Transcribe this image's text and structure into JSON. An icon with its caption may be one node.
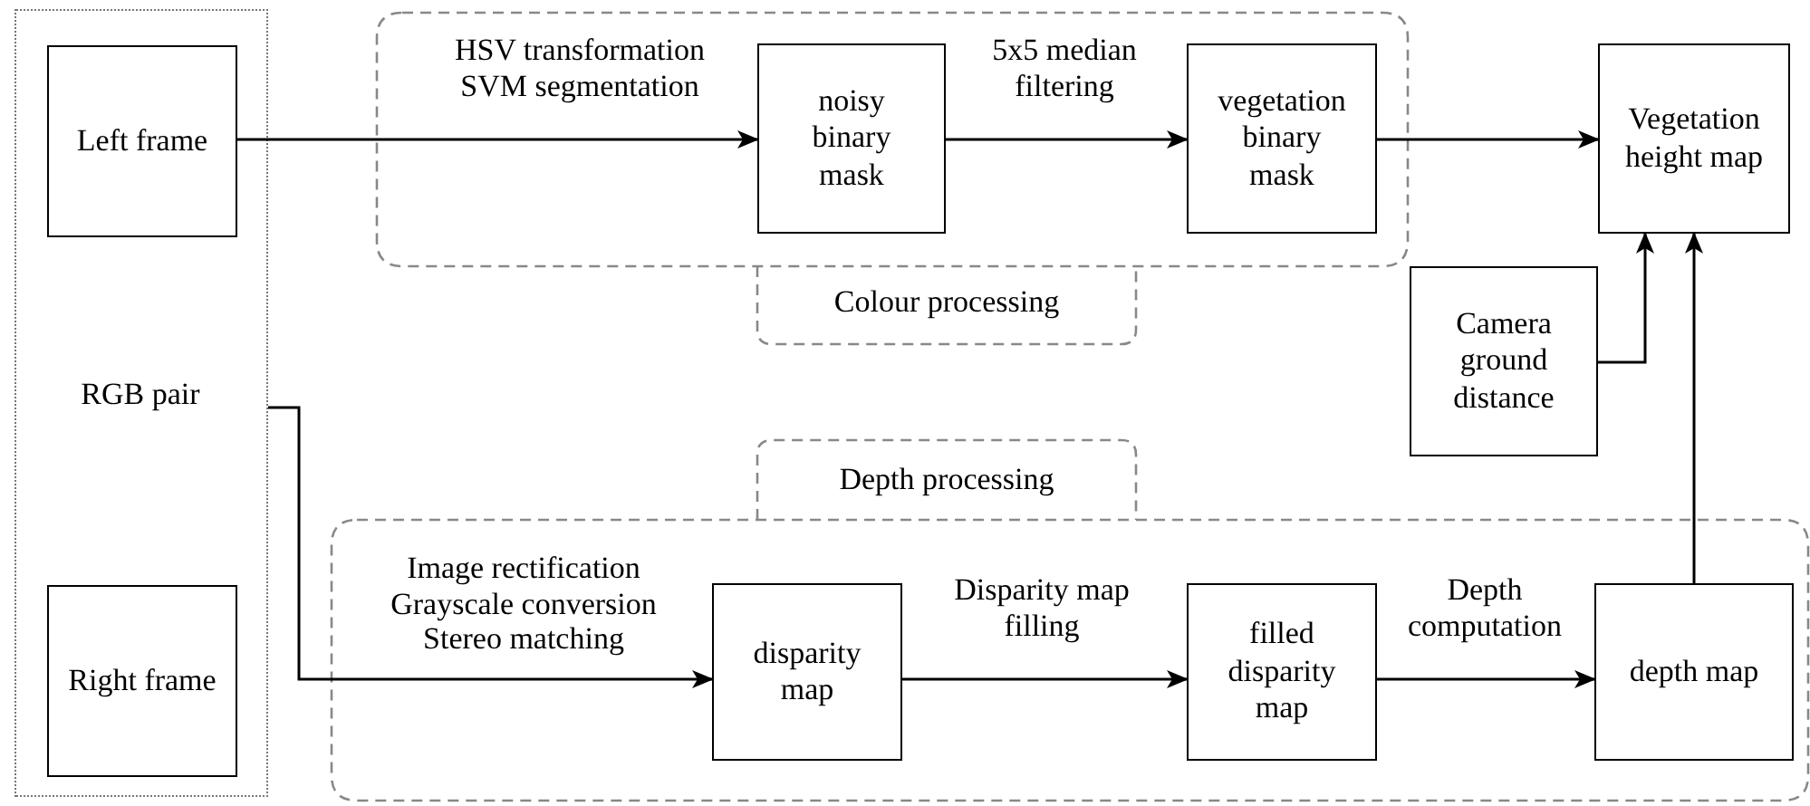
{
  "diagram": {
    "nodes": [
      {
        "text": [
          "RGB pair"
        ]
      },
      {
        "text": [
          "Left frame"
        ],
        "in": 0
      },
      {
        "text": [
          "Right frame"
        ],
        "in": 0
      },
      {
        "text": [
          "Colour processing"
        ]
      },
      {
        "text": [
          "noisy binary mask"
        ],
        "in": 3
      },
      {
        "text": [
          "vegetation binary mask"
        ],
        "in": 3
      },
      {
        "text": [
          "Vegetation height map"
        ]
      },
      {
        "text": [
          "Camera ground distance"
        ]
      },
      {
        "text": [
          "Depth processing"
        ]
      },
      {
        "text": [
          "disparity map"
        ],
        "in": 8
      },
      {
        "text": [
          "filled disparity map"
        ],
        "in": 8
      },
      {
        "text": [
          "depth map"
        ],
        "in": 8
      }
    ],
    "edges": [
      {
        "from": 1,
        "to": 4,
        "arrow": "to",
        "label": "HSV transformation SVM segmentation"
      },
      {
        "from": 4,
        "to": 5,
        "arrow": "to",
        "label": "5x5 median filtering"
      },
      {
        "from": 5,
        "to": 6,
        "arrow": "to"
      },
      {
        "from": 7,
        "to": 6,
        "arrow": "to"
      },
      {
        "from": 11,
        "to": 6,
        "arrow": "to"
      },
      {
        "from": 0,
        "to": 9,
        "arrow": "to",
        "label": "Image rectification Grayscale conversion Stereo matching"
      },
      {
        "from": 9,
        "to": 10,
        "arrow": "to",
        "label": "Disparity map filling"
      },
      {
        "from": 10,
        "to": 11,
        "arrow": "to",
        "label": "Depth computation"
      }
    ]
  }
}
